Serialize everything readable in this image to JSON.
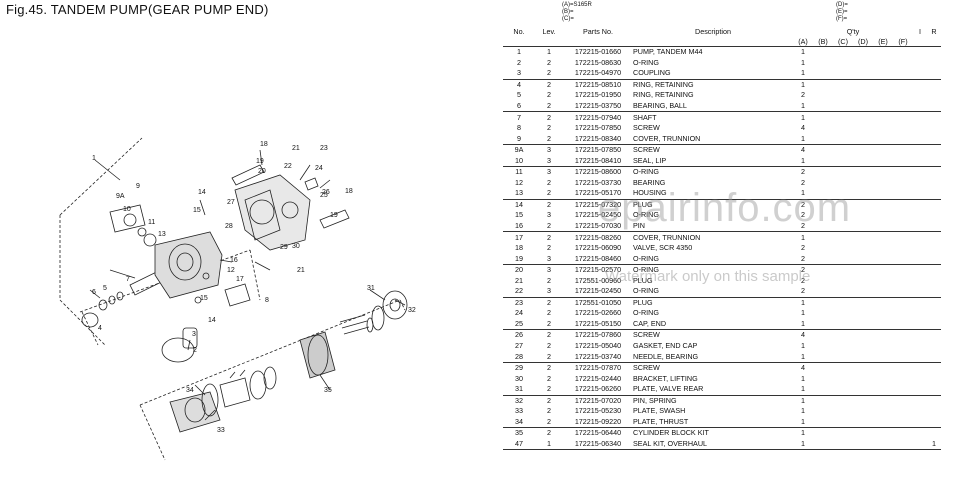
{
  "figure_title": "Fig.45.  TANDEM PUMP(GEAR PUMP END)",
  "model_codes_left": [
    "(A)=S165R",
    "(B)=",
    "(C)="
  ],
  "model_codes_right": [
    "(D)=",
    "(E)=",
    "(F)="
  ],
  "headers": {
    "no": "No.",
    "lev": "Lev.",
    "parts_no": "Parts No.",
    "description": "Description",
    "qty": "Q'ty",
    "i": "I",
    "r": "R",
    "a": "(A)",
    "b": "(B)",
    "c": "(C)",
    "d": "(D)",
    "e": "(E)",
    "f": "(F)"
  },
  "rows": [
    {
      "no": "1",
      "lev": "1",
      "pn": "172215-01660",
      "desc": "PUMP, TANDEM M44",
      "a": "1",
      "r": ""
    },
    {
      "no": "2",
      "lev": "2",
      "pn": "172215-08630",
      "desc": "O-RING",
      "a": "1",
      "r": ""
    },
    {
      "no": "3",
      "lev": "2",
      "pn": "172215-04970",
      "desc": "COUPLING",
      "a": "1",
      "r": ""
    },
    {
      "no": "4",
      "lev": "2",
      "pn": "172215-08510",
      "desc": "RING, RETAINING",
      "a": "1",
      "r": ""
    },
    {
      "no": "5",
      "lev": "2",
      "pn": "172215-01950",
      "desc": "RING, RETAINING",
      "a": "2",
      "r": ""
    },
    {
      "no": "6",
      "lev": "2",
      "pn": "172215-03750",
      "desc": "BEARING, BALL",
      "a": "1",
      "r": ""
    },
    {
      "no": "7",
      "lev": "2",
      "pn": "172215-07940",
      "desc": "SHAFT",
      "a": "1",
      "r": ""
    },
    {
      "no": "8",
      "lev": "2",
      "pn": "172215-07850",
      "desc": "SCREW",
      "a": "4",
      "r": ""
    },
    {
      "no": "9",
      "lev": "2",
      "pn": "172215-08340",
      "desc": "COVER, TRUNNION",
      "a": "1",
      "r": ""
    },
    {
      "no": "9A",
      "lev": "3",
      "pn": "172215-07850",
      "desc": "SCREW",
      "a": "4",
      "r": ""
    },
    {
      "no": "10",
      "lev": "3",
      "pn": "172215-08410",
      "desc": "SEAL, LIP",
      "a": "1",
      "r": ""
    },
    {
      "no": "11",
      "lev": "3",
      "pn": "172215-08600",
      "desc": "O-RING",
      "a": "2",
      "r": ""
    },
    {
      "no": "12",
      "lev": "2",
      "pn": "172215-03730",
      "desc": "BEARING",
      "a": "2",
      "r": ""
    },
    {
      "no": "13",
      "lev": "2",
      "pn": "172215-05170",
      "desc": "HOUSING",
      "a": "1",
      "r": ""
    },
    {
      "no": "14",
      "lev": "2",
      "pn": "172215-07320",
      "desc": "PLUG",
      "a": "2",
      "r": ""
    },
    {
      "no": "15",
      "lev": "3",
      "pn": "172215-02450",
      "desc": "O-RING",
      "a": "2",
      "r": ""
    },
    {
      "no": "16",
      "lev": "2",
      "pn": "172215-07030",
      "desc": "PIN",
      "a": "2",
      "r": ""
    },
    {
      "no": "17",
      "lev": "2",
      "pn": "172215-08260",
      "desc": "COVER, TRUNNION",
      "a": "1",
      "r": ""
    },
    {
      "no": "18",
      "lev": "2",
      "pn": "172215-06090",
      "desc": "VALVE, SCR 4350",
      "a": "2",
      "r": ""
    },
    {
      "no": "19",
      "lev": "3",
      "pn": "172215-08460",
      "desc": "O-RING",
      "a": "2",
      "r": ""
    },
    {
      "no": "20",
      "lev": "3",
      "pn": "172215-02570",
      "desc": "O-RING",
      "a": "2",
      "r": ""
    },
    {
      "no": "21",
      "lev": "2",
      "pn": "172551-00960",
      "desc": "PLUG",
      "a": "2",
      "r": ""
    },
    {
      "no": "22",
      "lev": "3",
      "pn": "172215-02450",
      "desc": "O-RING",
      "a": "2",
      "r": ""
    },
    {
      "no": "23",
      "lev": "2",
      "pn": "172551-01050",
      "desc": "PLUG",
      "a": "1",
      "r": ""
    },
    {
      "no": "24",
      "lev": "2",
      "pn": "172215-02660",
      "desc": "O-RING",
      "a": "1",
      "r": ""
    },
    {
      "no": "25",
      "lev": "2",
      "pn": "172215-05150",
      "desc": "CAP, END",
      "a": "1",
      "r": ""
    },
    {
      "no": "26",
      "lev": "2",
      "pn": "172215-07860",
      "desc": "SCREW",
      "a": "4",
      "r": ""
    },
    {
      "no": "27",
      "lev": "2",
      "pn": "172215-05040",
      "desc": "GASKET, END CAP",
      "a": "1",
      "r": ""
    },
    {
      "no": "28",
      "lev": "2",
      "pn": "172215-03740",
      "desc": "NEEDLE, BEARING",
      "a": "1",
      "r": ""
    },
    {
      "no": "29",
      "lev": "2",
      "pn": "172215-07870",
      "desc": "SCREW",
      "a": "4",
      "r": ""
    },
    {
      "no": "30",
      "lev": "2",
      "pn": "172215-02440",
      "desc": "BRACKET, LIFTING",
      "a": "1",
      "r": ""
    },
    {
      "no": "31",
      "lev": "2",
      "pn": "172215-06260",
      "desc": "PLATE, VALVE REAR",
      "a": "1",
      "r": ""
    },
    {
      "no": "32",
      "lev": "2",
      "pn": "172215-07020",
      "desc": "PIN, SPRING",
      "a": "1",
      "r": ""
    },
    {
      "no": "33",
      "lev": "2",
      "pn": "172215-05230",
      "desc": "PLATE, SWASH",
      "a": "1",
      "r": ""
    },
    {
      "no": "34",
      "lev": "2",
      "pn": "172215-09220",
      "desc": "PLATE, THRUST",
      "a": "1",
      "r": ""
    },
    {
      "no": "35",
      "lev": "2",
      "pn": "172215-06440",
      "desc": "CYLINDER BLOCK KIT",
      "a": "1",
      "r": ""
    },
    {
      "no": "47",
      "lev": "1",
      "pn": "172215-06340",
      "desc": "SEAL KIT, OVERHAUL",
      "a": "1",
      "r": "1"
    }
  ],
  "group_starts": [
    0,
    3,
    6,
    9,
    11,
    14,
    17,
    20,
    23,
    26,
    29,
    32,
    35
  ],
  "diagram_labels": {
    "l1": "1",
    "l2": "2",
    "l3": "3",
    "l4": "4",
    "l5": "5",
    "l6": "6",
    "l7": "7",
    "l8": "8",
    "l9": "9",
    "l9a": "9A",
    "l10": "10",
    "l11": "11",
    "l12": "12",
    "l13": "13",
    "l14": "14",
    "l14b": "14",
    "l15": "15",
    "l15b": "15",
    "l16": "16",
    "l17": "17",
    "l18": "18",
    "l18b": "18",
    "l19": "19",
    "l19b": "19",
    "l20": "20",
    "l21": "21",
    "l21b": "21",
    "l22": "22",
    "l23": "23",
    "l24": "24",
    "l25": "25",
    "l26": "26",
    "l27": "27",
    "l28": "28",
    "l29": "29",
    "l30": "30",
    "l31": "31",
    "l32": "32",
    "l33": "33",
    "l34": "34",
    "l35": "35"
  },
  "watermark": "epairinfo.com",
  "watermark_note": "Watermark only on this sample"
}
